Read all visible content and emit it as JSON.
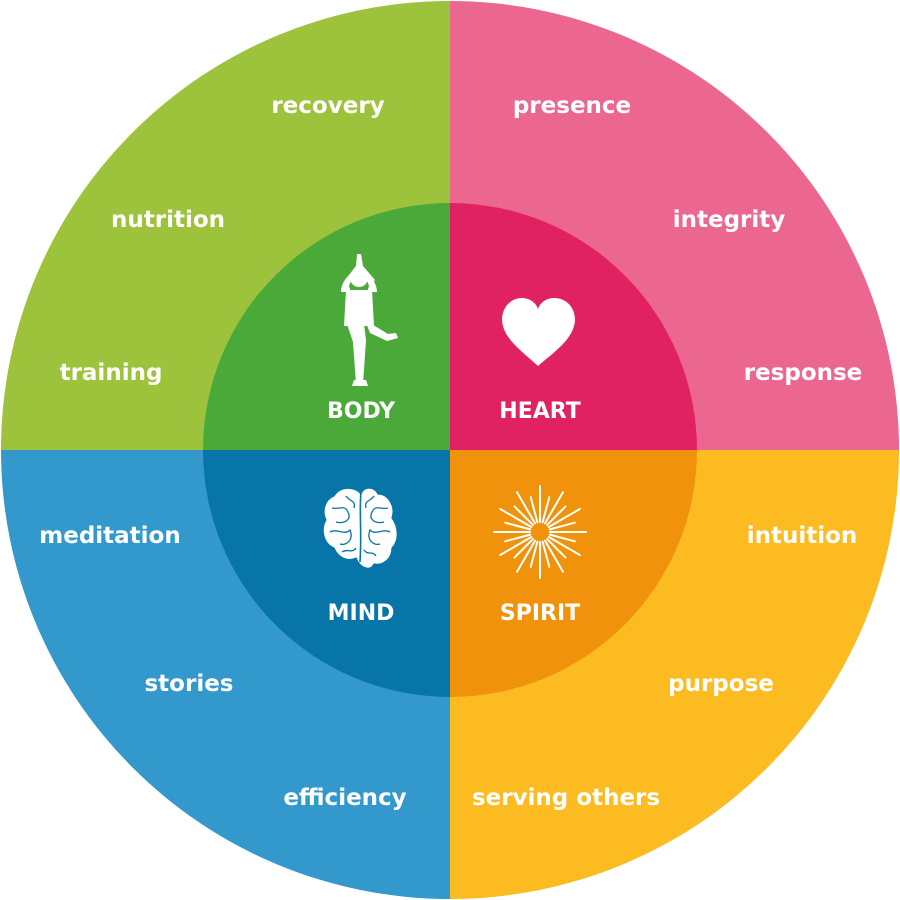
{
  "colors": {
    "body_outer": "#9dc23b",
    "body_inner": "#4ba93a",
    "heart_outer": "#eb6790",
    "heart_inner": "#e12262",
    "mind_outer": "#3399cc",
    "mind_inner": "#0775a8",
    "spirit_outer": "#fbbb21",
    "spirit_inner": "#f0920b"
  },
  "quadrants": {
    "body": {
      "title": "BODY",
      "icon": "yoga-tree-pose-icon",
      "items": [
        "recovery",
        "nutrition",
        "training"
      ]
    },
    "heart": {
      "title": "HEART",
      "icon": "heart-icon",
      "items": [
        "presence",
        "integrity",
        "response"
      ]
    },
    "mind": {
      "title": "MIND",
      "icon": "brain-icon",
      "items": [
        "meditation",
        "stories",
        "efficiency"
      ]
    },
    "spirit": {
      "title": "SPIRIT",
      "icon": "sunburst-icon",
      "items": [
        "intuition",
        "purpose",
        "serving others"
      ]
    }
  }
}
